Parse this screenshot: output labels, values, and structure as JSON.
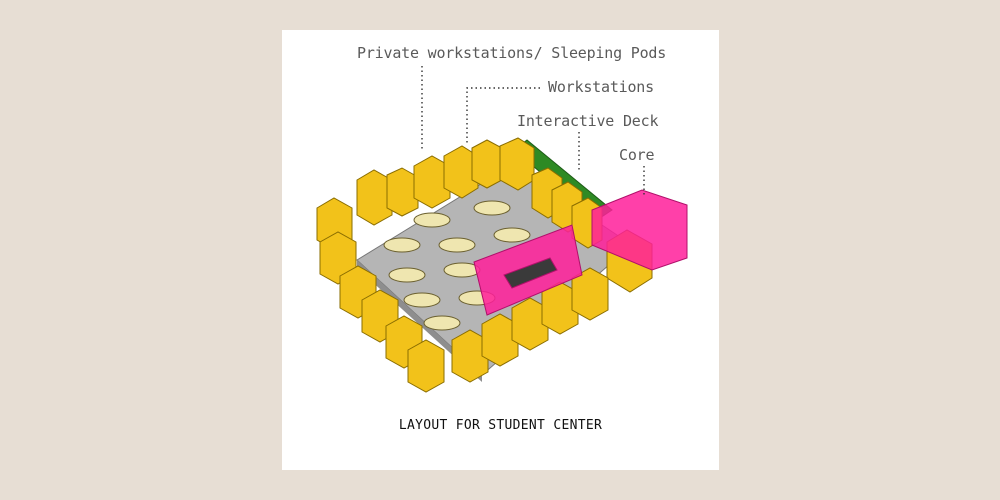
{
  "labels": {
    "private_pods": "Private workstations/ Sleeping Pods",
    "workstations": "Workstations",
    "interactive_deck": "Interactive Deck",
    "core": "Core"
  },
  "caption": "LAYOUT FOR STUDENT CENTER",
  "colors": {
    "background": "#e7ded4",
    "card": "#ffffff",
    "pods": "#f2c21a",
    "floor": "#b9b9b9",
    "core": "#ff1f9a",
    "deck": "#2e8a24",
    "workstations": "#efe6b0"
  }
}
